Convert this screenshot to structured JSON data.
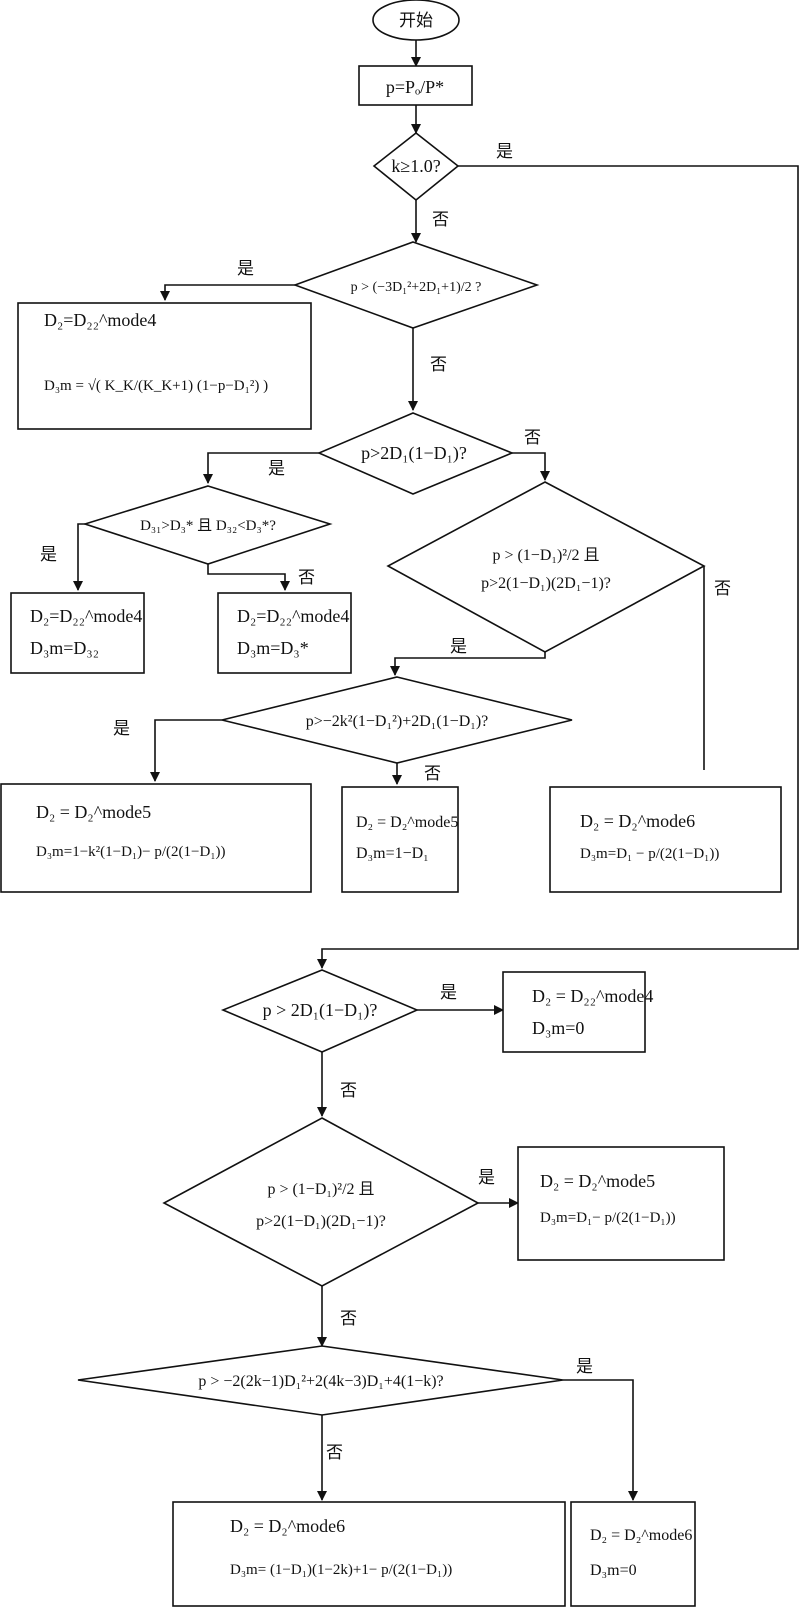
{
  "labels": {
    "yes": "是",
    "no": "否"
  },
  "nodes": {
    "start": "开始",
    "p_def": "p=Pₒ/P*",
    "k_check": "k≥1.0?",
    "cond1": "p > (−3D₁²+2D₁+1)/2 ?",
    "box1_l1": "D₂=D₂₂^mode4",
    "box1_l2": "D₃m = √( K_K/(K_K+1) (1−p−D₁²) )",
    "cond2": "p>2D₁(1−D₁)?",
    "cond3": "D₃₁>D₃* 且 D₃₂<D₃*?",
    "box2_l1": "D₂=D₂₂^mode4",
    "box2_l2": "D₃m=D₃₂",
    "box3_l1": "D₂=D₂₂^mode4",
    "box3_l2": "D₃m=D₃*",
    "cond4_l1": "p > (1−D₁)²/2 且",
    "cond4_l2": "p>2(1−D₁)(2D₁−1)?",
    "cond5": "p>−2k²(1−D₁²)+2D₁(1−D₁)?",
    "box4_l1": "D₂ = D₂^mode5",
    "box4_l2": "D₃m=1−k²(1−D₁)− p/(2(1−D₁))",
    "box5_l1": "D₂ = D₂^mode5",
    "box5_l2": "D₃m=1−D₁",
    "box6_l1": "D₂ = D₂^mode6",
    "box6_l2": "D₃m=D₁ − p/(2(1−D₁))",
    "cond6": "p > 2D₁(1−D₁)?",
    "box7_l1": "D₂ = D₂₂^mode4",
    "box7_l2": "D₃m=0",
    "cond7_l1": "p > (1−D₁)²/2 且",
    "cond7_l2": "p>2(1−D₁)(2D₁−1)?",
    "box8_l1": "D₂ = D₂^mode5",
    "box8_l2": "D₃m=D₁− p/(2(1−D₁))",
    "cond8": "p > −2(2k−1)D₁²+2(4k−3)D₁+4(1−k)?",
    "box9_l1": "D₂ = D₂^mode6",
    "box9_l2": "D₃m= (1−D₁)(1−2k)+1− p/(2(1−D₁))",
    "box10_l1": "D₂ = D₂^mode6",
    "box10_l2": "D₃m=0"
  }
}
